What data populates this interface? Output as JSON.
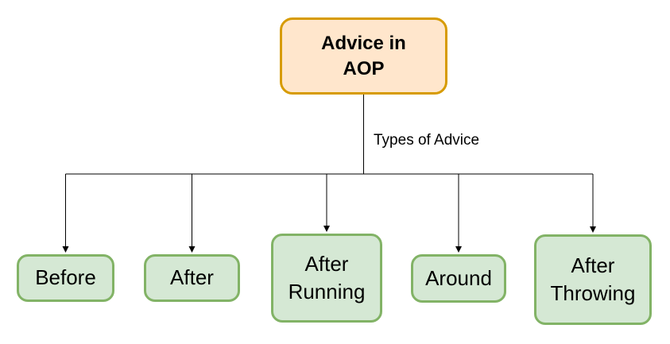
{
  "diagram": {
    "root": {
      "label": "Advice in AOP"
    },
    "edge_label": "Types of Advice",
    "children": [
      {
        "label": "Before"
      },
      {
        "label": "After"
      },
      {
        "label": "After Running"
      },
      {
        "label": "Around"
      },
      {
        "label": "After Throwing"
      }
    ],
    "colors": {
      "root_fill": "#FFE6CC",
      "root_stroke": "#D79B00",
      "child_fill": "#D5E8D4",
      "child_stroke": "#82B366",
      "line": "#000000"
    }
  }
}
